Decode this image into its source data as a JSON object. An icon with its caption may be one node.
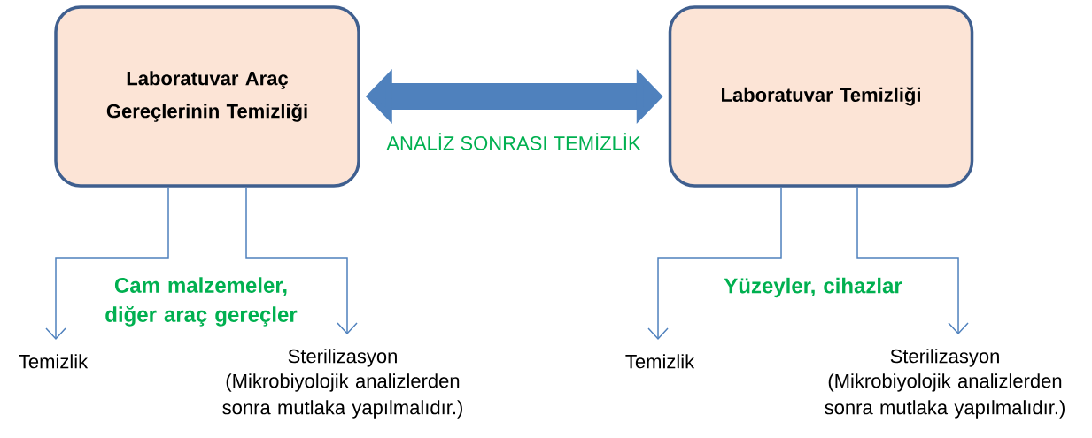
{
  "diagram": {
    "nodes": [
      {
        "text": [
          "Laboratuvar Araç Gereçlerinin Temizliği"
        ]
      },
      {
        "text": [
          "Laboratuvar Temizliği"
        ]
      },
      {
        "text": [
          "Temizlik"
        ]
      },
      {
        "text": [
          "Sterilizasyon",
          "(Mikrobiyolojik analizlerden sonra mutlaka yapılmalıdır.)"
        ]
      },
      {
        "text": [
          "Temizlik"
        ]
      },
      {
        "text": [
          "Sterilizasyon",
          "(Mikrobiyolojik analizlerden sonra mutlaka yapılmalıdır.)"
        ]
      }
    ],
    "edges": [
      {
        "from": 0,
        "to": 1,
        "arrow": "both",
        "label": "ANALİZ SONRASI TEMİZLİK",
        "style": "thick"
      },
      {
        "from": 0,
        "to": 2,
        "arrow": "to"
      },
      {
        "from": 0,
        "to": 3,
        "arrow": "to"
      },
      {
        "from": 1,
        "to": 4,
        "arrow": "to"
      },
      {
        "from": 1,
        "to": 5,
        "arrow": "to"
      }
    ],
    "labels": [
      "Cam malzemeler, diğer araç gereçler",
      "Yüzeyler, cihazlar"
    ]
  }
}
